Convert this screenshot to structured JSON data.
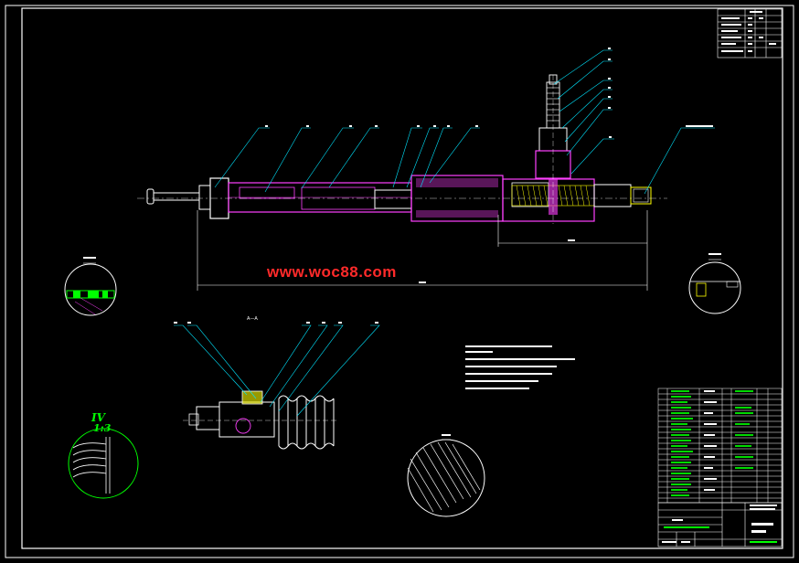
{
  "watermark": "www.woc88.com",
  "detail_iv": {
    "numeral": "IV",
    "scale": "1:3"
  },
  "section_label": "A—A",
  "colors": {
    "frame": "#ffffff",
    "detail_green": "#00ff00",
    "leader": "#00e5ff",
    "body_magenta": "#ff40ff",
    "hatch": "#ff40ff",
    "watermark": "#ff2a2a",
    "dimension": "#ffffff"
  }
}
